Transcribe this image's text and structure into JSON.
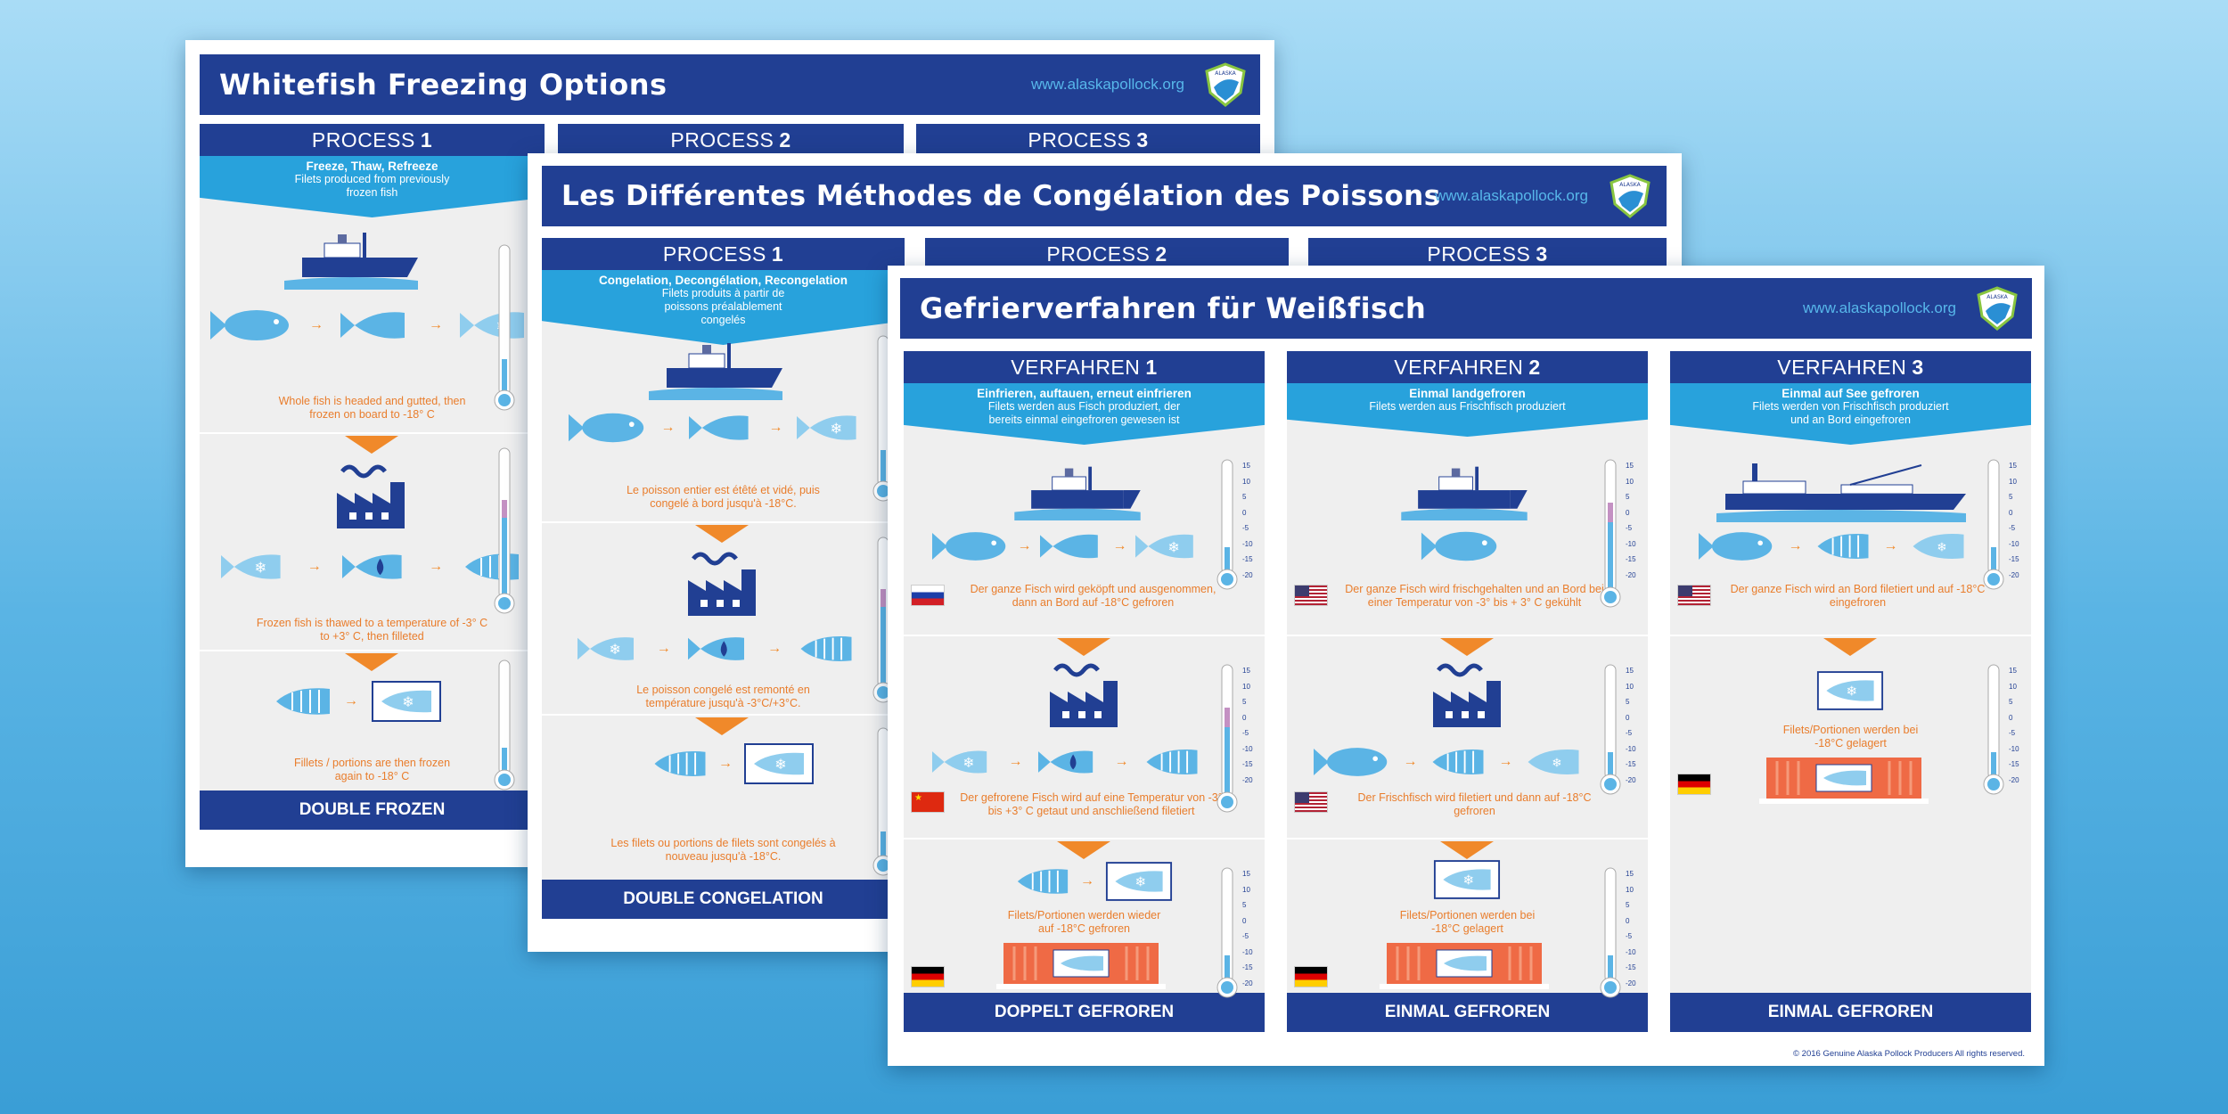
{
  "posters": {
    "en": {
      "title": "Whitefish Freezing Options",
      "url": "www.alaskapollock.org",
      "process_word": "PROCESS",
      "p1": {
        "num": "1",
        "subtitle": "Freeze, Thaw, Refreeze",
        "desc": "Filets produced from previously frozen fish",
        "cap1": "Whole fish is headed and gutted, then frozen on board to -18° C",
        "cap2": "Frozen fish is thawed to a temperature of -3° C to +3° C, then filleted",
        "cap3": "Fillets / portions are then frozen again to -18° C",
        "footer": "DOUBLE FROZEN"
      },
      "p2": {
        "num": "2"
      },
      "p3": {
        "num": "3"
      }
    },
    "fr": {
      "title": "Les Différentes Méthodes de Congélation des Poissons",
      "url": "www.alaskapollock.org",
      "process_word": "PROCESS",
      "p1": {
        "num": "1",
        "subtitle": "Congelation, Decongélation, Recongelation",
        "desc": "Filets produits à partir de poissons préalablement congelés",
        "cap1": "Le poisson entier est étêté et vidé, puis congelé à bord jusqu'à -18°C.",
        "cap2": "Le poisson congelé est remonté en température jusqu'à -3°C/+3°C.",
        "cap3": "Les filets ou portions de filets sont congelés à nouveau jusqu'à -18°C.",
        "footer": "DOUBLE CONGELATION"
      },
      "p2": {
        "num": "2"
      },
      "p3": {
        "num": "3"
      }
    },
    "de": {
      "title": "Gefrierverfahren für Weißfisch",
      "url": "www.alaskapollock.org",
      "process_word": "VERFAHREN",
      "copyright": "© 2016 Genuine Alaska Pollock Producers   All rights reserved.",
      "p1": {
        "num": "1",
        "subtitle": "Einfrieren, auftauen, erneut einfrieren",
        "desc": "Filets werden aus Fisch produziert, der bereits einmal eingefroren gewesen ist",
        "cap1": "Der ganze Fisch wird geköpft und ausgenommen, dann an Bord auf -18°C gefroren",
        "cap2": "Der gefrorene Fisch wird auf eine Temperatur von -3° bis +3° C getaut und anschließend filetiert",
        "cap3": "Filets/Portionen werden wieder auf -18°C gefroren",
        "footer": "DOPPELT GEFROREN"
      },
      "p2": {
        "num": "2",
        "subtitle": "Einmal landgefroren",
        "desc": "Filets werden aus Frischfisch produziert",
        "cap1": "Der ganze Fisch wird frischgehalten und an Bord bei einer Temperatur von -3° bis + 3° C gekühlt",
        "cap2": "Der Frischfisch wird filetiert und dann auf -18°C gefroren",
        "cap3": "Filets/Portionen werden bei -18°C gelagert",
        "footer": "EINMAL GEFROREN"
      },
      "p3": {
        "num": "3",
        "subtitle": "Einmal auf See gefroren",
        "desc": "Filets werden von Frischfisch produziert und an Bord eingefroren",
        "cap1": "Der ganze Fisch wird an Bord filetiert und auf -18°C eingefroren",
        "cap2": "Filets/Portionen werden bei -18°C gelagert",
        "footer": "EINMAL GEFROREN"
      }
    }
  },
  "thermo_scale": [
    "15",
    "10",
    "5",
    "0",
    "-5",
    "-10",
    "-15",
    "-20"
  ],
  "logo_text": "ALASKA",
  "colors": {
    "navy": "#213f93",
    "cyan": "#28a2dc",
    "fish": "#5bb4e5",
    "orange": "#f0892a",
    "container": "#ef6a45",
    "panel": "#efefef"
  }
}
